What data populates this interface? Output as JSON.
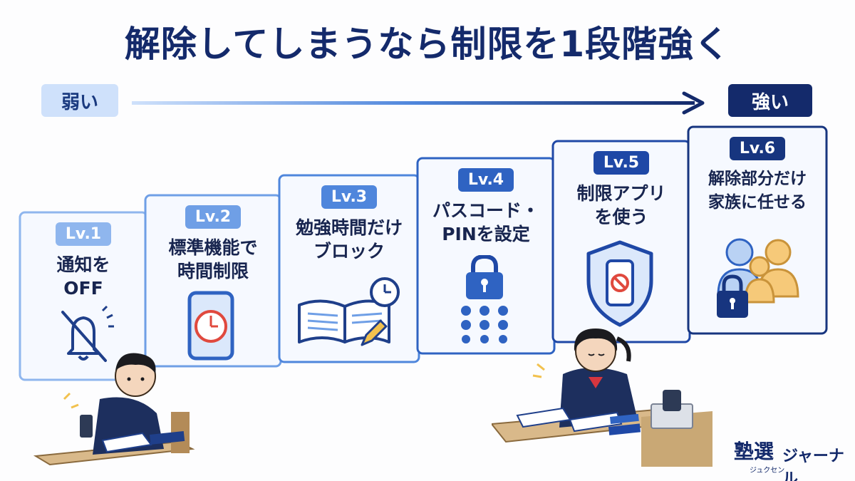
{
  "title": "解除してしまうなら制限を1段階強く",
  "scale": {
    "weak_label": "弱い",
    "strong_label": "強い"
  },
  "levels": [
    {
      "badge": "Lv.1",
      "lines": [
        "通知を",
        "OFF"
      ],
      "icon": "bell-off-icon",
      "badge_color": "#8fb6ee"
    },
    {
      "badge": "Lv.2",
      "lines": [
        "標準機能で",
        "時間制限"
      ],
      "icon": "phone-clock-icon",
      "badge_color": "#6f9fe6"
    },
    {
      "badge": "Lv.3",
      "lines": [
        "勉強時間だけ",
        "ブロック"
      ],
      "icon": "book-clock-icon",
      "badge_color": "#4f86dc"
    },
    {
      "badge": "Lv.4",
      "lines": [
        "パスコード・",
        "PINを設定"
      ],
      "icon": "padlock-keypad-icon",
      "badge_color": "#2f63c2"
    },
    {
      "badge": "Lv.5",
      "lines": [
        "制限アプリ",
        "を使う"
      ],
      "icon": "shield-phone-icon",
      "badge_color": "#1f48a6"
    },
    {
      "badge": "Lv.6",
      "lines": [
        "解除部分だけ",
        "家族に任せる"
      ],
      "icon": "family-lock-icon",
      "badge_color": "#17357f"
    }
  ],
  "logo": {
    "main": "塾選",
    "sub": "ジュクセン",
    "side": "ジャーナル"
  },
  "colors": {
    "navy": "#142a6b",
    "light_blue": "#cfe1fb"
  }
}
